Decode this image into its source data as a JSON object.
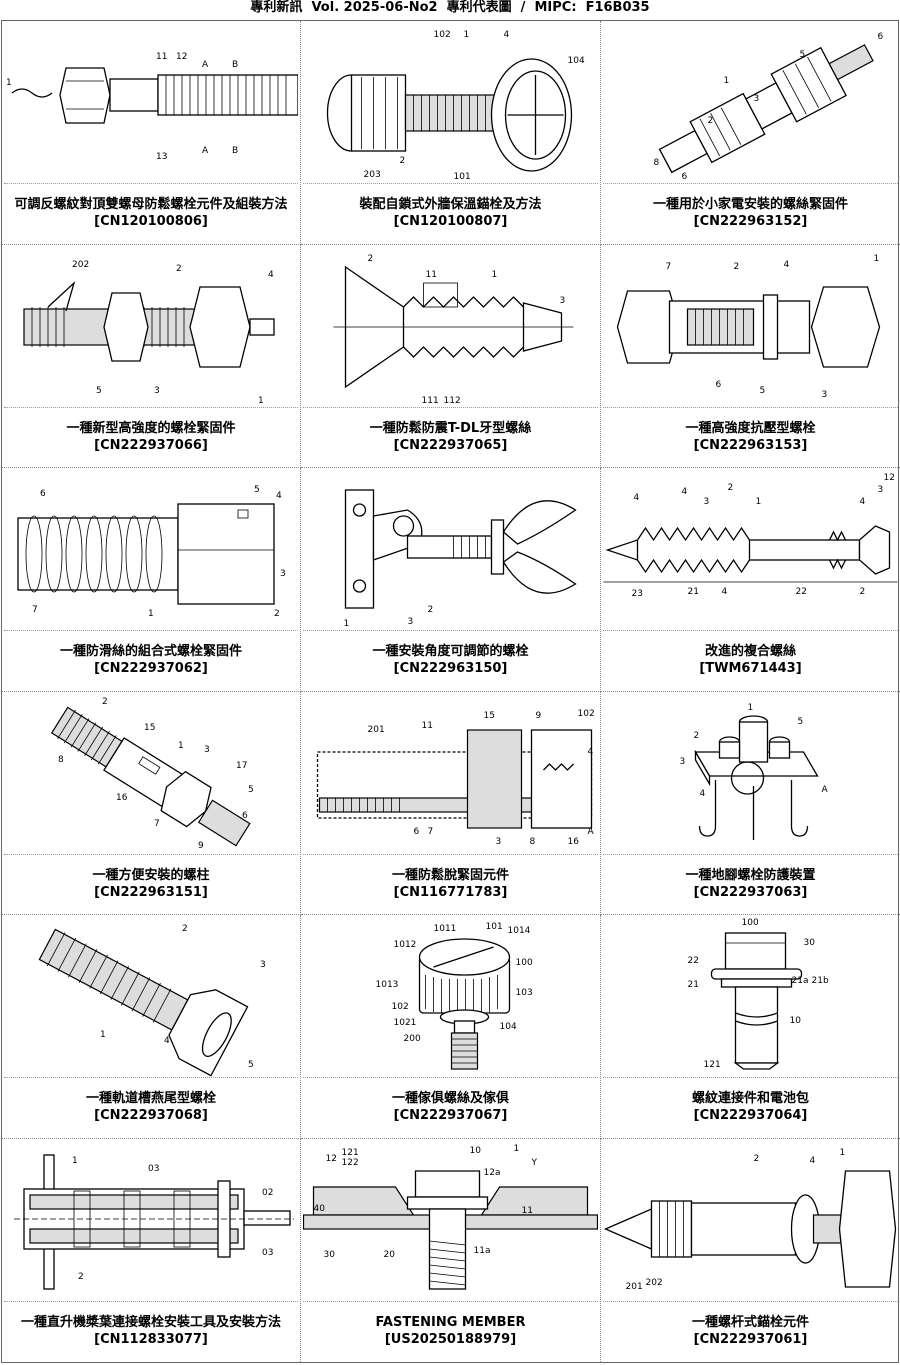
{
  "header": "專利新訊  Vol. 2025-06-No2  專利代表圖  /  MIPC:  F16B035",
  "patents": [
    {
      "title": "可調反螺紋對頂雙螺母防鬆螺栓元件及組裝方法",
      "number": "[CN120100806]",
      "labels": [
        "1",
        "11",
        "12",
        "13",
        "A",
        "B",
        "A",
        "B"
      ]
    },
    {
      "title": "裝配自鎖式外牆保溫錨栓及方法",
      "number": "[CN120100807]",
      "labels": [
        "102",
        "1",
        "4",
        "104",
        "2",
        "203",
        "101"
      ]
    },
    {
      "title": "一種用於小家電安裝的螺絲緊固件",
      "number": "[CN222963152]",
      "labels": [
        "6",
        "5",
        "1",
        "3",
        "2",
        "8",
        "6"
      ]
    },
    {
      "title": "一種新型高強度的螺栓緊固件",
      "number": "[CN222937066]",
      "labels": [
        "202",
        "2",
        "4",
        "5",
        "3",
        "1"
      ]
    },
    {
      "title": "一種防鬆防震T-DL牙型螺絲",
      "number": "[CN222937065]",
      "labels": [
        "2",
        "11",
        "1",
        "3",
        "111",
        "112"
      ]
    },
    {
      "title": "一種高強度抗壓型螺栓",
      "number": "[CN222963153]",
      "labels": [
        "7",
        "2",
        "4",
        "1",
        "6",
        "5",
        "3"
      ]
    },
    {
      "title": "一種防滑絲的組合式螺栓緊固件",
      "number": "[CN222937062]",
      "labels": [
        "6",
        "5",
        "4",
        "3",
        "2",
        "1",
        "7"
      ]
    },
    {
      "title": "一種安裝角度可調節的螺栓",
      "number": "[CN222963150]",
      "labels": [
        "1",
        "3",
        "2"
      ]
    },
    {
      "title": "改進的複合螺絲",
      "number": "[TWM671443]",
      "labels": [
        "4",
        "4",
        "3",
        "2",
        "1",
        "4",
        "3",
        "12",
        "23",
        "21",
        "4",
        "22",
        "2"
      ]
    },
    {
      "title": "一種方便安裝的螺柱",
      "number": "[CN222963151]",
      "labels": [
        "2",
        "15",
        "8",
        "1",
        "3",
        "17",
        "16",
        "5",
        "7",
        "9",
        "6"
      ]
    },
    {
      "title": "一種防鬆脫緊固元件",
      "number": "[CN116771783]",
      "labels": [
        "201",
        "11",
        "15",
        "9",
        "102",
        "4",
        "6",
        "7",
        "3",
        "8",
        "16",
        "A"
      ]
    },
    {
      "title": "一種地腳螺栓防護裝置",
      "number": "[CN222937063]",
      "labels": [
        "1",
        "5",
        "2",
        "3",
        "4",
        "A"
      ]
    },
    {
      "title": "一種軌道槽燕尾型螺栓",
      "number": "[CN222937068]",
      "labels": [
        "2",
        "3",
        "1",
        "4",
        "5"
      ]
    },
    {
      "title": "一種傢俱螺絲及傢俱",
      "number": "[CN222937067]",
      "labels": [
        "1011",
        "101",
        "1014",
        "1012",
        "100",
        "1013",
        "103",
        "102",
        "1021",
        "104",
        "200"
      ]
    },
    {
      "title": "螺紋連接件和電池包",
      "number": "[CN222937064]",
      "labels": [
        "100",
        "30",
        "22",
        "21",
        "21a",
        "21b",
        "10",
        "121"
      ]
    },
    {
      "title": "一種直升機槳葉連接螺栓安裝工具及安裝方法",
      "number": "[CN112833077]",
      "labels": [
        "1",
        "03",
        "02",
        "03",
        "2"
      ]
    },
    {
      "title": "FASTENING MEMBER",
      "number": "[US20250188979]",
      "labels": [
        "121",
        "122",
        "12",
        "10",
        "1",
        "12a",
        "Y",
        "40",
        "11",
        "30",
        "20",
        "11a"
      ]
    },
    {
      "title": "一種螺杆式錨栓元件",
      "number": "[CN222937061]",
      "labels": [
        "1",
        "2",
        "4",
        "201",
        "202"
      ]
    }
  ]
}
